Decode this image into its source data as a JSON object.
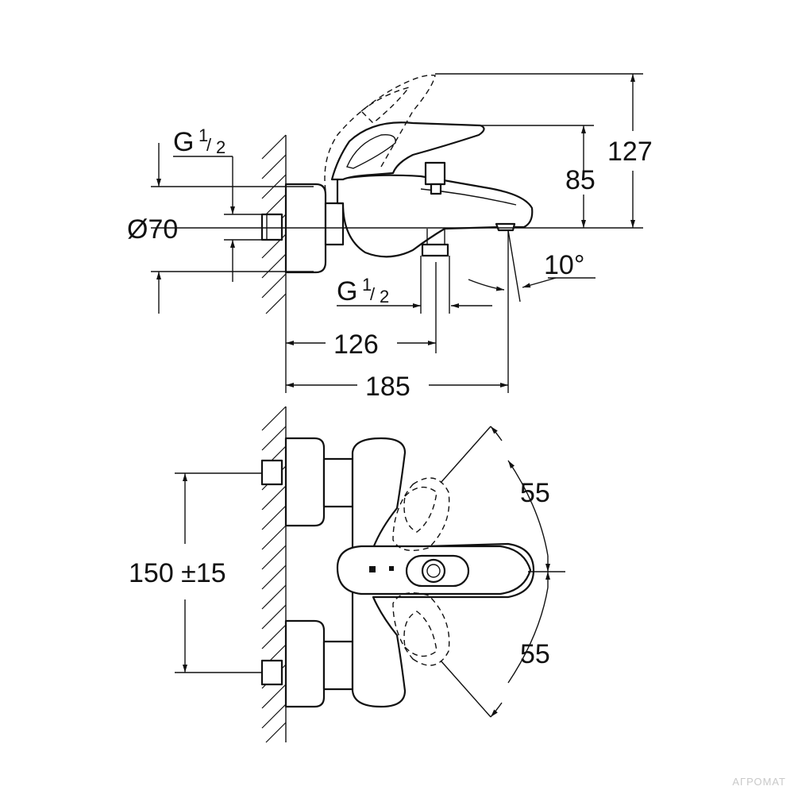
{
  "labels": {
    "inlet_top": "G",
    "inlet_top_num": "1",
    "inlet_top_den": "2",
    "diameter": "Ø70",
    "inlet_bottom": "G",
    "inlet_bottom_num": "1",
    "inlet_bottom_den": "2",
    "dim_85": "85",
    "dim_127": "127",
    "angle": "10°",
    "dim_126": "126",
    "dim_185": "185",
    "dim_150": "150 ±15",
    "rot_upper": "55",
    "rot_lower": "55"
  },
  "watermark": "АГРОМАТ"
}
